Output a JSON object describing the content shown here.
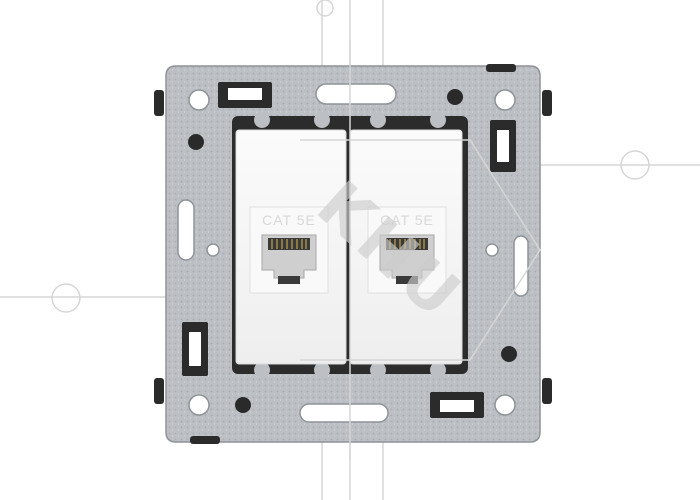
{
  "product": {
    "modules": [
      {
        "label": "CAT 5E"
      },
      {
        "label": "CAT 5E"
      }
    ]
  },
  "watermark": {
    "text": "KHU"
  },
  "colors": {
    "frame": "#b9bdc1",
    "frame_dark": "#9ea3a8",
    "faceplate": "#f4f4f4",
    "jack_body": "#cfcfcf",
    "contacts": "#3a3a3a",
    "clip": "#2b2b2b",
    "watermark": "#d0d0d0"
  }
}
